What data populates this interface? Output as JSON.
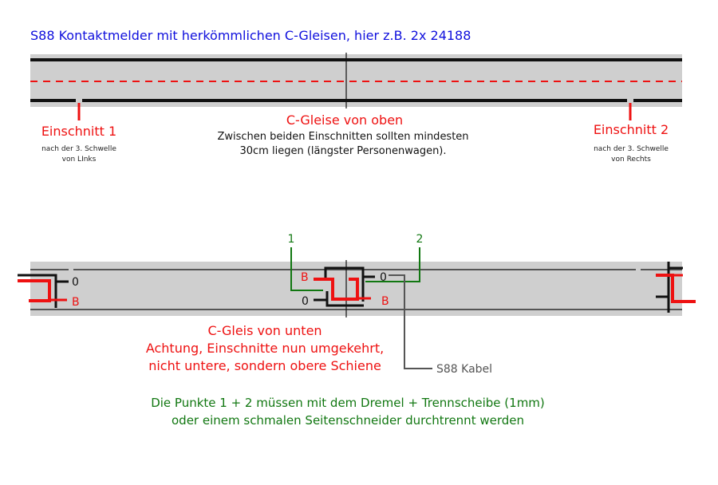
{
  "title": "S88 Kontaktmelder mit herkömmlichen C-Gleisen, hier z.B. 2x 24188",
  "top": {
    "heading": "C-Gleise von oben",
    "description_line1": "Zwischen beiden Einschnitten sollten mindesten",
    "description_line2": "30cm liegen (längster Personenwagen).",
    "cut1": {
      "label": "Einschnitt 1",
      "note_line1": "nach der 3. Schwelle",
      "note_line2": "von LInks"
    },
    "cut2": {
      "label": "Einschnitt 2",
      "note_line1": "nach der 3. Schwelle",
      "note_line2": "von Rechts"
    }
  },
  "bottom": {
    "heading": "C-Gleis von unten",
    "warning_line1": "Achtung, Einschnitte nun umgekehrt,",
    "warning_line2": "nicht untere, sondern obere Schiene",
    "point1": "1",
    "point2": "2",
    "label_0": "0",
    "label_b": "B",
    "cable_label": "S88 Kabel"
  },
  "footer": {
    "line1": "Die Punkte 1 + 2 müssen mit dem Dremel + Trennscheibe (1mm)",
    "line2": "oder einem schmalen Seitenschneider durchtrennt werden"
  },
  "colors": {
    "title": "#1010dd",
    "red": "#ee1111",
    "green": "#117711",
    "track": "#cfcfcf",
    "rail": "#111111",
    "cable": "#555555"
  }
}
